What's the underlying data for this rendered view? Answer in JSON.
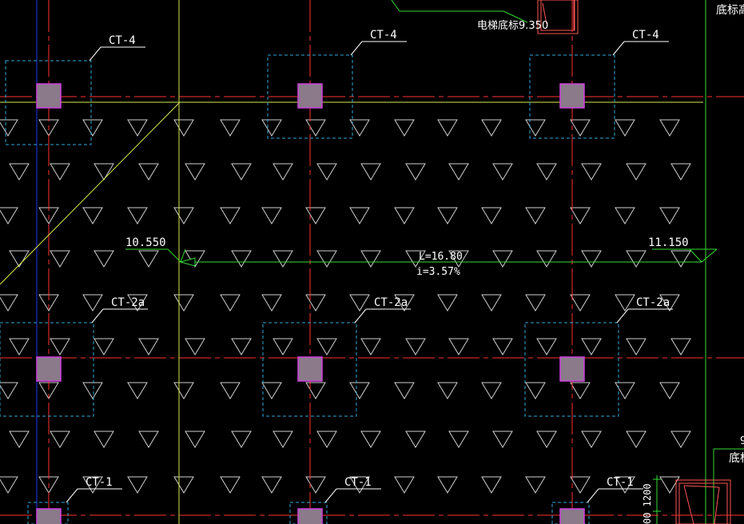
{
  "colors": {
    "background": "#000000",
    "axis_red": "#ff3030",
    "axis_blue": "#2233ff",
    "green": "#33dd33",
    "yellow": "#d9e84a",
    "cap_dashed": "#2fa8d8",
    "pile_fill": "#8a7a8a",
    "pile_border": "#d040e0",
    "text": "#ffffff",
    "hatch": "#cfcfcf",
    "detail_red": "#ff5555"
  },
  "caps": {
    "row1_label": "CT-4",
    "row2_label": "CT-2a",
    "row3_label": "CT-1"
  },
  "slope": {
    "left_elev": "10.550",
    "right_elev": "11.150",
    "length": "L=16.80",
    "grade": "i=3.57%"
  },
  "top_note": "电梯底标9.350",
  "right_note_top": "底标高",
  "right_note_mid": "底标",
  "right_note_mid_num": "9",
  "dimension_text": "00 1200"
}
